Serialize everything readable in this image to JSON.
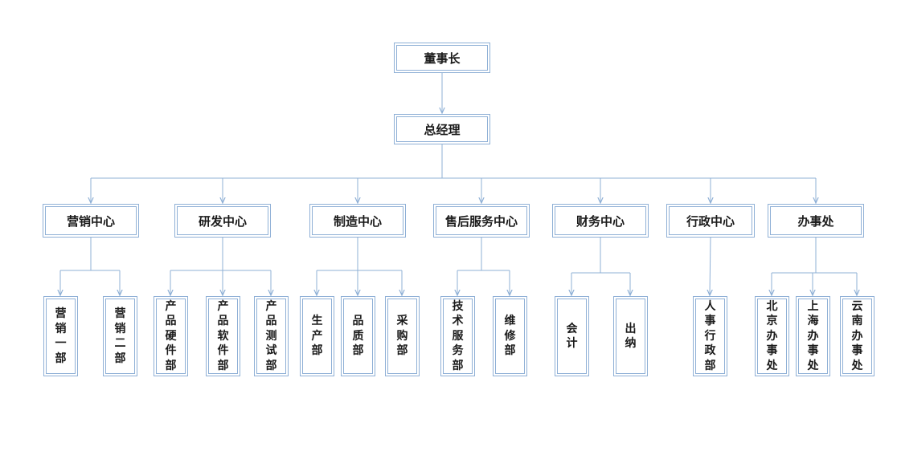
{
  "chairman": "董事长",
  "gm": "总经理",
  "centers": [
    {
      "name": "营销中心",
      "depts": [
        "营销一部",
        "营销二部"
      ]
    },
    {
      "name": "研发中心",
      "depts": [
        "产品硬件部",
        "产品软件部",
        "产品测试部"
      ]
    },
    {
      "name": "制造中心",
      "depts": [
        "生产部",
        "品质部",
        "采购部"
      ]
    },
    {
      "name": "售后服务中心",
      "depts": [
        "技术服务部",
        "维修部"
      ]
    },
    {
      "name": "财务中心",
      "depts": [
        "会计",
        "出纳"
      ]
    },
    {
      "name": "行政中心",
      "depts": [
        "人事行政部"
      ]
    },
    {
      "name": "办事处",
      "depts": [
        "北京办事处",
        "上海办事处",
        "云南办事处"
      ]
    }
  ],
  "colors": {
    "line": "#8fb0d6",
    "text": "#1a1a1a"
  }
}
